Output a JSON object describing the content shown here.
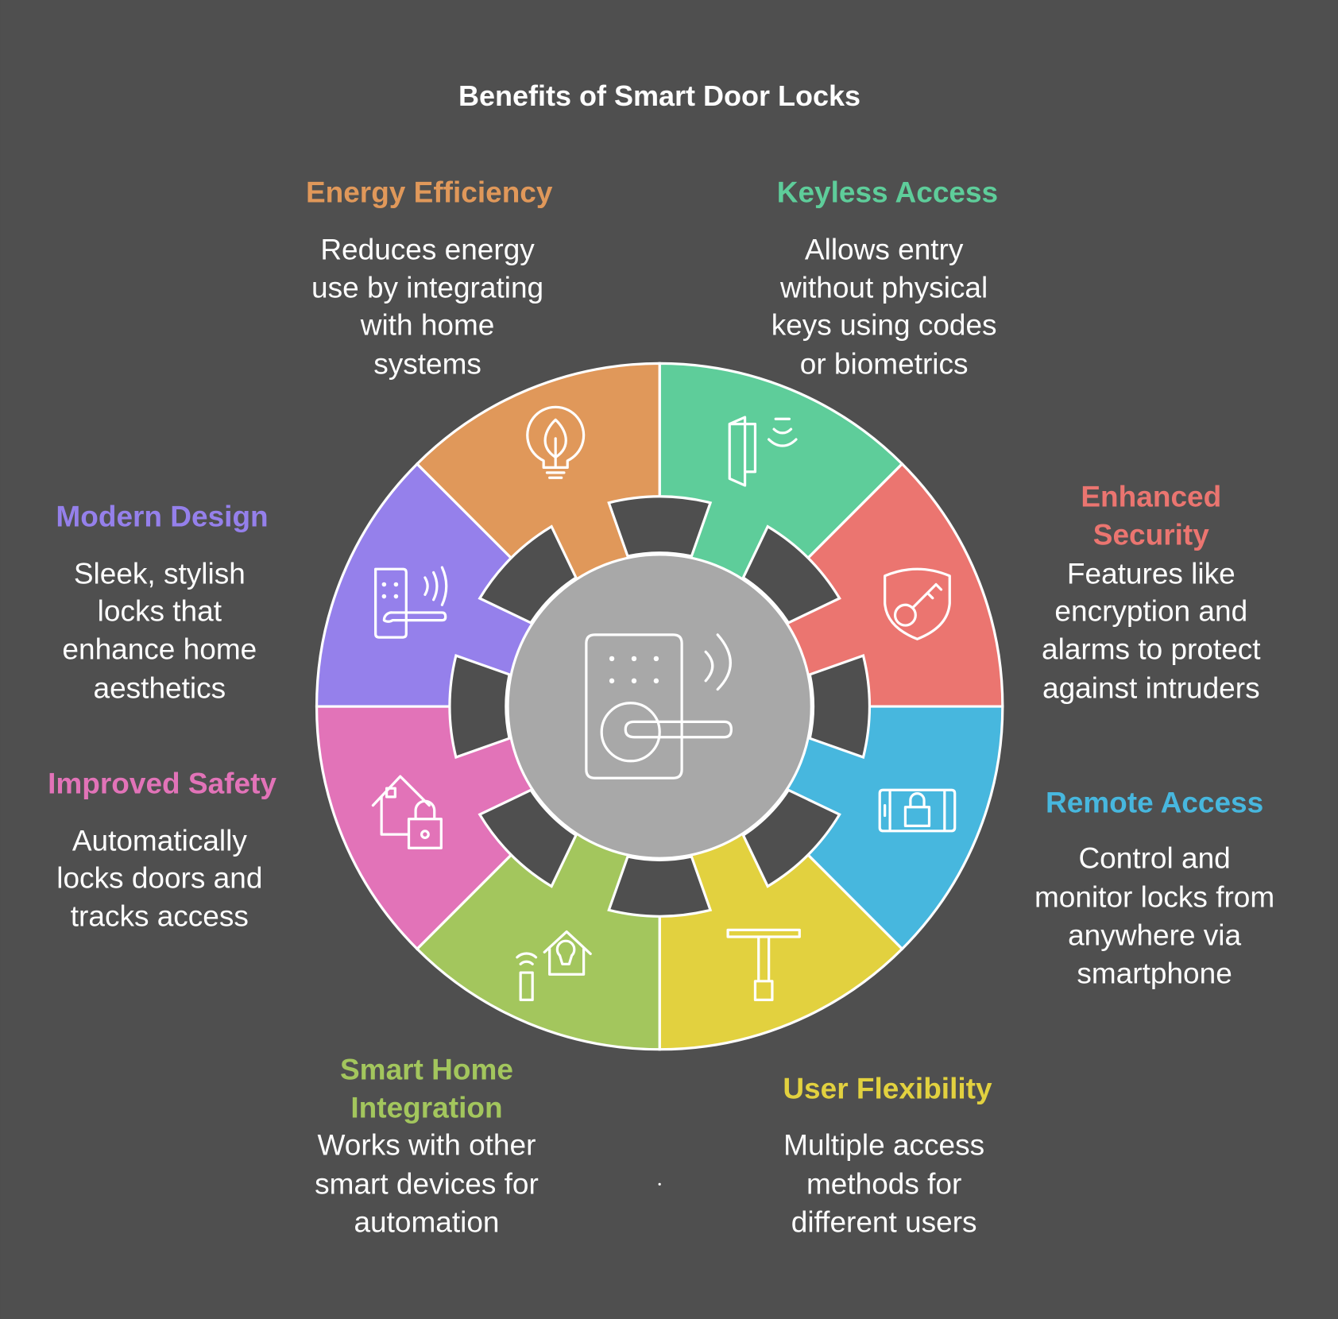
{
  "title": "Benefits of Smart Door Locks",
  "colors": {
    "background": "#4f4f4f",
    "hub": "#a8a8a8",
    "stroke": "#ffffff"
  },
  "center_icon": "smart-lock-icon",
  "items": [
    {
      "title_lines": [
        "Keyless Access"
      ],
      "body_lines": [
        "Allows entry",
        "without physical",
        "keys using codes",
        "or biometrics"
      ],
      "color": "#5ecd9a",
      "icon": "door-sensor-icon"
    },
    {
      "title_lines": [
        "Enhanced",
        "Security"
      ],
      "body_lines": [
        "Features like",
        "encryption and",
        "alarms to protect",
        "against intruders"
      ],
      "color": "#eb7570",
      "icon": "shield-key-icon"
    },
    {
      "title_lines": [
        "Remote Access"
      ],
      "body_lines": [
        "Control and",
        "monitor locks from",
        "anywhere via",
        "smartphone"
      ],
      "color": "#47b7de",
      "icon": "phone-lock-icon"
    },
    {
      "title_lines": [
        "User Flexibility"
      ],
      "body_lines": [
        "Multiple access",
        "methods for",
        "different users"
      ],
      "color": "#e2d13f",
      "icon": "key-icon"
    },
    {
      "title_lines": [
        "Smart Home",
        "Integration"
      ],
      "body_lines": [
        "Works with other",
        "smart devices for",
        "automation"
      ],
      "color": "#a3c65d",
      "icon": "smart-home-icon"
    },
    {
      "title_lines": [
        "Improved Safety"
      ],
      "body_lines": [
        "Automatically",
        "locks doors and",
        "tracks access"
      ],
      "color": "#e273b8",
      "icon": "house-lock-icon"
    },
    {
      "title_lines": [
        "Modern Design"
      ],
      "body_lines": [
        "Sleek, stylish",
        "locks that",
        "enhance home",
        "aesthetics"
      ],
      "color": "#9580eb",
      "icon": "keypad-lock-icon"
    },
    {
      "title_lines": [
        "Energy Efficiency"
      ],
      "body_lines": [
        "Reduces energy",
        "use by integrating",
        "with home",
        "systems"
      ],
      "color": "#e0985a",
      "icon": "eco-bulb-icon"
    }
  ]
}
